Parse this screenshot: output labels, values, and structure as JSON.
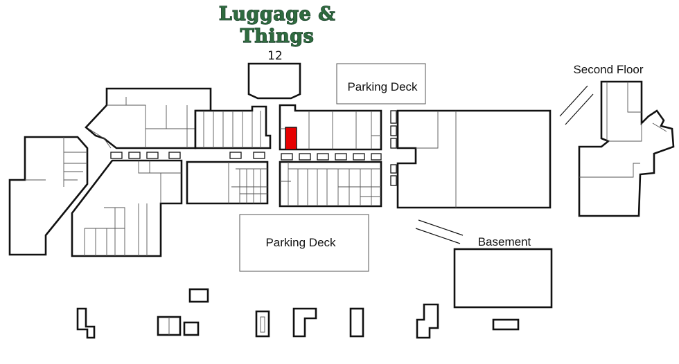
{
  "map": {
    "title_line1": "Luggage &",
    "title_line2": "Things",
    "unit_number": "12",
    "labels": {
      "parking_deck_north": "Parking Deck",
      "parking_deck_south": "Parking Deck",
      "second_floor": "Second Floor",
      "basement": "Basement"
    },
    "highlight_color": "#e60000",
    "title_color": "#2f6b3f"
  }
}
